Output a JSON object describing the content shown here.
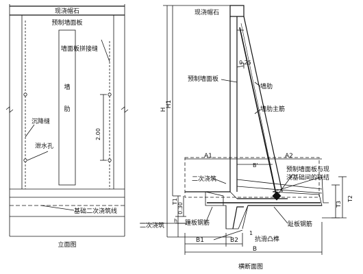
{
  "elevation": {
    "cap_label": "现浇帽石",
    "panel_label": "预制墙面板",
    "joint_label": "墙面板拼接缝",
    "rib_chars": [
      "墙",
      "肋"
    ],
    "settlement_label": "沉降缝",
    "drain_label": "泄水孔",
    "spacing_label": "2.00",
    "base_label": "基础二次浇筑线",
    "title": "立面图"
  },
  "section": {
    "cap_label": "现浇帽石",
    "slope_label": "0.25",
    "panel_label": "预制墙面板",
    "rib_label": "墙肋",
    "rib_rebar_label": "墙肋主筋",
    "a1_label": "A1",
    "a2_label": "A2",
    "b_prime_label": "B'",
    "connection_label_line1": "预制墙面板与现",
    "connection_label_line2": "浇基础间的联结",
    "secondary_pour_label": "二次浇筑",
    "secondary_pour_left_label": "二次浇筑",
    "heel_rebar_label": "踵板钢筋",
    "toe_rebar_label": "趾板钢筋",
    "shear_key_label": "抗滑凸榫",
    "slope_ratio_label": "1",
    "h_label": "H",
    "h1_label": "H1",
    "t1_label": "T1",
    "dim_030_label": "0.30",
    "h_small_label": "h",
    "t2_label": "T2",
    "t3_label": "T3",
    "b1_label": "B1",
    "b2_label": "B2",
    "b_label": "B",
    "title": "横断面图"
  },
  "colors": {
    "line": "#111111",
    "background": "#ffffff"
  }
}
